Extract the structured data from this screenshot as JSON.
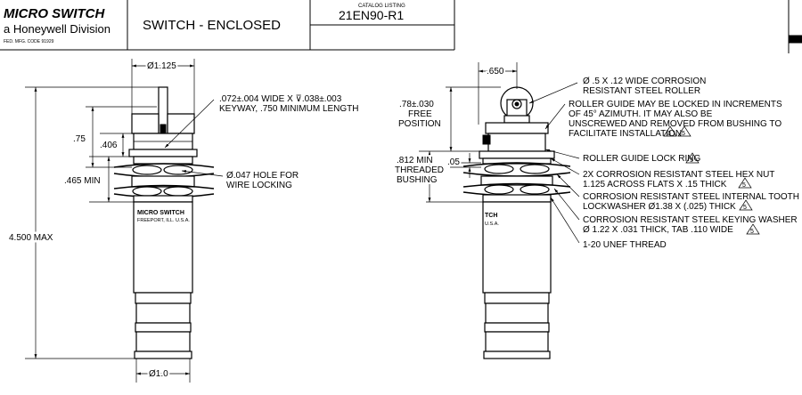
{
  "title_block": {
    "brand": "MICRO SWITCH",
    "division": "a Honeywell Division",
    "fed_code": "FED. MFG. CODE 91929",
    "title": "SWITCH  -  ENCLOSED",
    "catalog_caption": "CATALOG LISTING",
    "catalog_number": "21EN90-R1"
  },
  "left_view": {
    "dim_top": "Ø1.125",
    "dim_bottom": "Ø1.0",
    "dim_overall": "4.500  MAX",
    "dim_75": ".75",
    "dim_406": ".406",
    "dim_465": ".465 MIN",
    "note_keyway": [
      ".072±.004 WIDE X ⊽.038±.003",
      "KEYWAY, .750 MINIMUM LENGTH"
    ],
    "note_hole": [
      "Ø.047 HOLE FOR",
      "WIRE LOCKING"
    ],
    "label_line1": "MICRO SWITCH",
    "label_line2": "FREEPORT, ILL. U.S.A."
  },
  "right_view": {
    "dim_650": ".650",
    "dim_free": [
      ".78±.030",
      "FREE",
      "POSITION"
    ],
    "dim_thread": [
      ".812 MIN",
      "THREADED",
      "BUSHING"
    ],
    "dim_05": ".05",
    "label_part1": "TCH",
    "label_part2": "U.S.A.",
    "callouts": {
      "roller": [
        "Ø .5 X .12 WIDE CORROSION",
        "RESISTANT STEEL ROLLER"
      ],
      "guide": [
        "ROLLER GUIDE MAY BE LOCKED IN INCREMENTS",
        "OF 45° AZIMUTH. IT MAY ALSO BE",
        "UNSCREWED AND REMOVED FROM BUSHING TO",
        "FACILITATE INSTALLATION"
      ],
      "guide_flags": [
        "3",
        "5"
      ],
      "lock_ring": "ROLLER GUIDE LOCK RING",
      "lock_ring_flag": "5",
      "hex_nut": [
        "2X CORROSION RESISTANT STEEL HEX NUT",
        "1.125 ACROSS FLATS X .15 THICK"
      ],
      "hex_nut_flag": "5",
      "lockwasher": [
        "CORROSION RESISTANT STEEL INTERNAL TOOTH",
        "LOCKWASHER Ø1.38 X (.025) THICK"
      ],
      "lockwasher_flag": "5",
      "keying_washer": [
        "CORROSION RESISTANT STEEL KEYING WASHER",
        "Ø 1.22 X .031 THICK, TAB .110 WIDE"
      ],
      "keying_washer_flag": "5",
      "thread": "1-20 UNEF THREAD"
    }
  }
}
